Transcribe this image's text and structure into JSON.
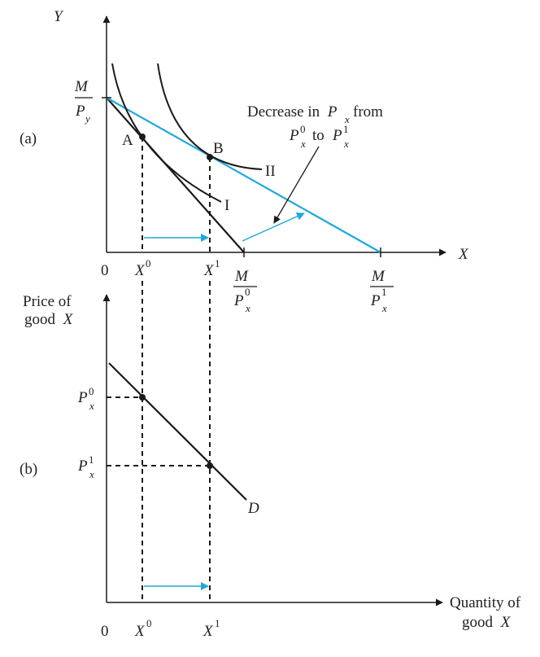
{
  "panel_a": {
    "label": "(a)",
    "y_axis_label": "Y",
    "x_axis_label": "X",
    "origin": "0",
    "intercept_y": {
      "num": "M",
      "den": "P",
      "sub": "y"
    },
    "intercept_x0": {
      "num": "M",
      "den": "P",
      "sup": "0",
      "sub": "x"
    },
    "intercept_x1": {
      "num": "M",
      "den": "P",
      "sup": "1",
      "sub": "x"
    },
    "tick_x0": {
      "base": "X",
      "sup": "0"
    },
    "tick_x1": {
      "base": "X",
      "sup": "1"
    },
    "point_a": "A",
    "point_b": "B",
    "curve_i": "I",
    "curve_ii": "II",
    "annotation": {
      "line1_a": "Decrease in",
      "line1_p": "P",
      "line1_sub": "x",
      "line1_b": "from",
      "line2_p0": "P",
      "line2_sup0": "0",
      "line2_sub0": "x",
      "line2_to": "to",
      "line2_p1": "P",
      "line2_sup1": "1",
      "line2_sub1": "x"
    }
  },
  "panel_b": {
    "label": "(b)",
    "y_axis_label_1": "Price of",
    "y_axis_label_2_a": "good",
    "y_axis_label_2_b": "X",
    "x_axis_label_1": "Quantity of",
    "x_axis_label_2_a": "good",
    "x_axis_label_2_b": "X",
    "origin": "0",
    "tick_x0": {
      "base": "X",
      "sup": "0"
    },
    "tick_x1": {
      "base": "X",
      "sup": "1"
    },
    "tick_p0": {
      "base": "P",
      "sup": "0",
      "sub": "x"
    },
    "tick_p1": {
      "base": "P",
      "sup": "1",
      "sub": "x"
    },
    "demand_label": "D"
  },
  "colors": {
    "ink": "#1a1a1a",
    "accent": "#1fa8dc"
  }
}
